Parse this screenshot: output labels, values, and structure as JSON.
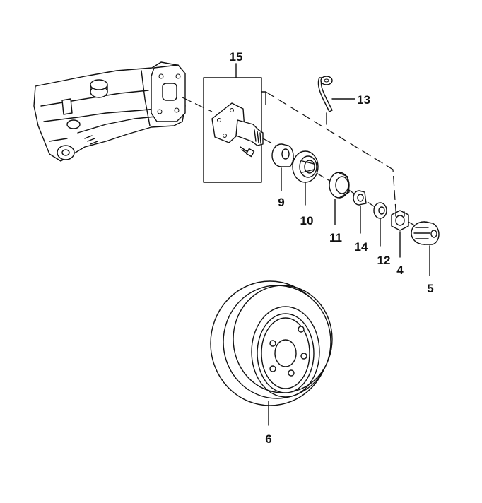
{
  "callouts": {
    "c15": "15",
    "c13": "13",
    "c9": "9",
    "c10": "10",
    "c11": "11",
    "c14": "14",
    "c12": "12",
    "c4": "4",
    "c5": "5",
    "c6": "6"
  }
}
